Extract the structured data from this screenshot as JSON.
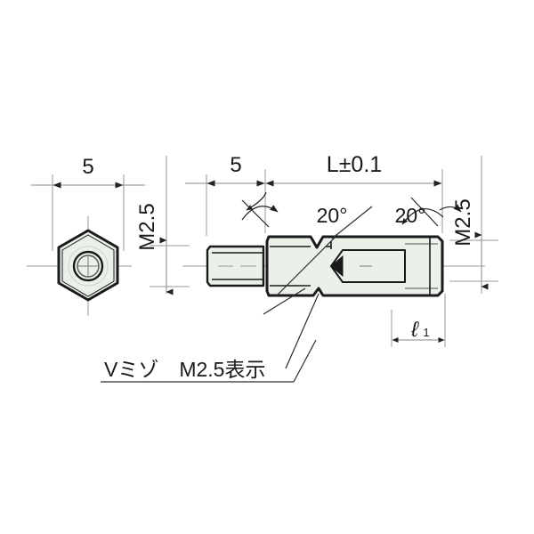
{
  "drawing": {
    "type": "mechanical-engineering-drawing",
    "subject": "hex standoff / spacer with male thread and tapped hole",
    "background_color": "#ffffff",
    "body_fill_color": "#e9f1e9",
    "outline_color": "#1a1a1a",
    "dimension_line_color": "#8a8a8a",
    "center_line_color": "#9a9a9a"
  },
  "views": {
    "end_view": {
      "name": "hex end view",
      "width_dimension": "5",
      "shape": "hexagon"
    },
    "side_view": {
      "name": "side elevation"
    }
  },
  "dimensions": {
    "hex_width": "5",
    "thread_left_label": "M2.5",
    "thread_length": "5",
    "body_length": "L±0.1",
    "thread_right_label": "M2.5",
    "chamfer_left": "20°",
    "chamfer_right": "20°",
    "thread_depth": "ℓ",
    "thread_depth_sub": "1"
  },
  "annotations": {
    "groove_note": "Vミゾ　M2.5表示"
  }
}
